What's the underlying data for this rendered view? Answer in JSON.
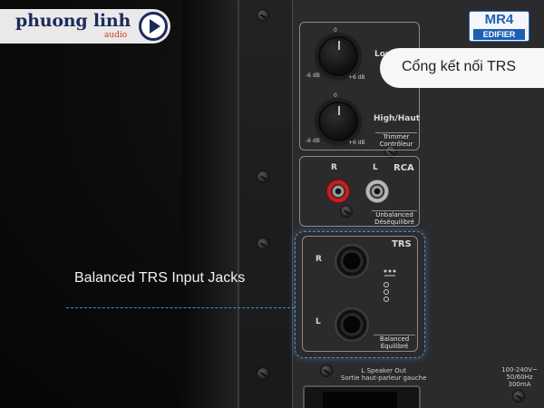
{
  "logo": {
    "brand": "phuong linh",
    "sub": "audio"
  },
  "badge": {
    "model": "MR4",
    "brand": "EDIFIER"
  },
  "callout": {
    "text": "Cổng kết nối TRS"
  },
  "annotation": {
    "text": "Balanced TRS Input Jacks"
  },
  "panel": {
    "low_label": "Low",
    "high_label": "High/Haut",
    "knob_min": "-6 dB",
    "knob_max": "+6 dB",
    "knob_zero": "0",
    "trimmer_label": "Trimmer",
    "trimmer_label_fr": "Contrôleur",
    "rca_label": "RCA",
    "rca_right": "R",
    "rca_left": "L",
    "unbalanced_label": "Unbalanced",
    "unbalanced_label_fr": "Déséquilibré",
    "trs_label": "TRS",
    "trs_right": "R",
    "trs_left": "L",
    "balanced_label": "Balanced",
    "balanced_label_fr": "Équilibré",
    "speaker_out": "L Speaker Out",
    "speaker_out_fr": "Sortie haut-parleur gauche",
    "power_spec": "100-240V~",
    "power_spec_2": "50/60Hz 300mA"
  },
  "colors": {
    "accent": "#4f8fc0",
    "logo_navy": "#1e2a5a",
    "logo_red": "#d23a2a",
    "brand_blue": "#1f5fb3"
  }
}
